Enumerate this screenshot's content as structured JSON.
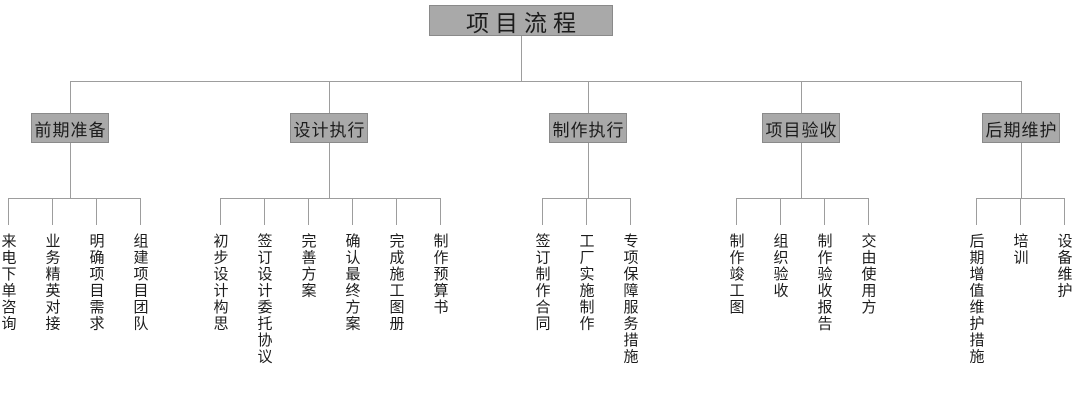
{
  "diagram": {
    "root_label": "项目流程",
    "groups": [
      {
        "label": "前期准备",
        "children": [
          "来电下单咨询",
          "业务精英对接",
          "明确项目需求",
          "组建项目团队"
        ]
      },
      {
        "label": "设计执行",
        "children": [
          "初步设计构思",
          "签订设计委托协议",
          "完善方案",
          "确认最终方案",
          "完成施工图册",
          "制作预算书"
        ]
      },
      {
        "label": "制作执行",
        "children": [
          "签订制作合同",
          "工厂实施制作",
          "专项保障服务措施"
        ]
      },
      {
        "label": "项目验收",
        "children": [
          "制作竣工图",
          "组织验收",
          "制作验收报告",
          "交由使用方"
        ]
      },
      {
        "label": "后期维护",
        "children": [
          "后期增值维护措施",
          "培训",
          "设备维护"
        ]
      }
    ]
  },
  "colors": {
    "background": "#ffffff",
    "node_fill": "#a9a9a9",
    "node_border": "#8a8a8a",
    "connector": "#9d9d9d",
    "text": "#1c1c1c"
  }
}
